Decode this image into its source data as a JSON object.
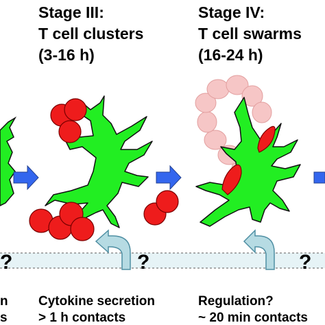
{
  "stage3": {
    "title": "Stage III:",
    "subtitle": "T cell clusters",
    "time": "(3-16 h)",
    "note1": "Cytokine secretion",
    "note2": "> 1 h contacts"
  },
  "stage4": {
    "title": "Stage IV:",
    "subtitle": "T cell swarms",
    "time": "(16-24 h)",
    "note1": "Regulation?",
    "note2": "~ 20 min contacts"
  },
  "left_partial": {
    "note1": "n",
    "note2": "s"
  },
  "question_mark": "?",
  "colors": {
    "dendritic_cell": "#22ee22",
    "t_cell": "#ee1c1c",
    "t_cell_ghost": "#f4b3b3",
    "progress_arrow": "#3366ee",
    "feedback_arrow": "#b6dbe3",
    "timeline_band": "#e6f3f6"
  }
}
